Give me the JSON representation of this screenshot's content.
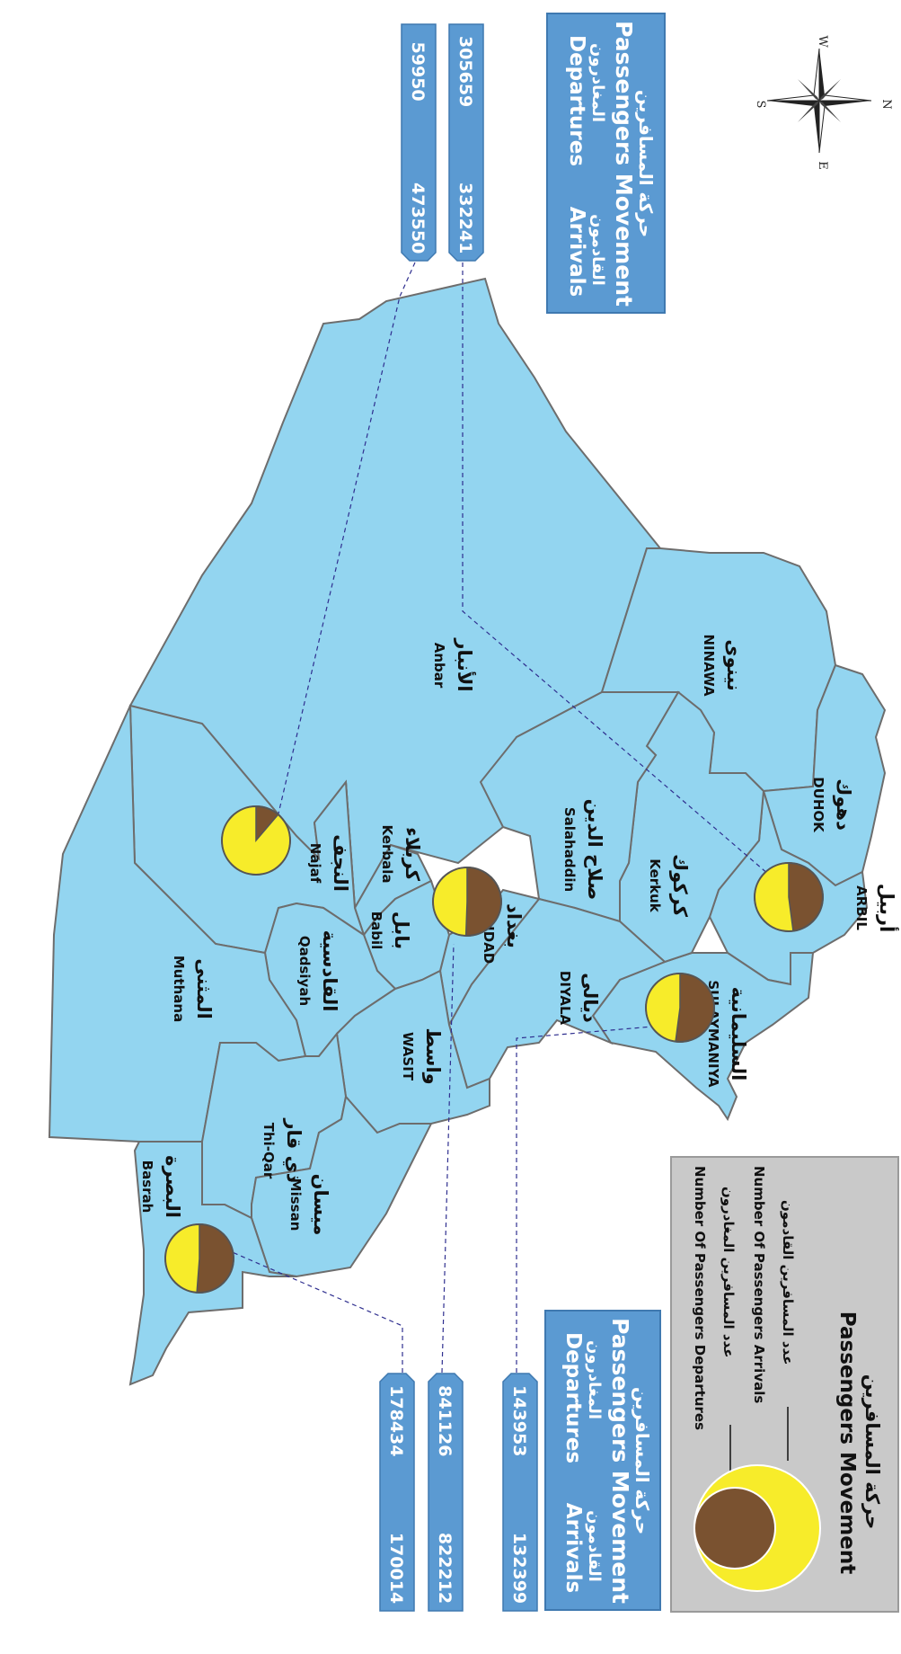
{
  "colors": {
    "province_fill": "#93d5f0",
    "header_box": "#5b9ad2",
    "arrivals": "#f7ec2a",
    "departures": "#7a5230",
    "legend_bg": "#c9c9c9"
  },
  "compass": {
    "n": "N",
    "s": "S",
    "e": "E",
    "w": "W",
    "icon": "compass-rose-icon"
  },
  "header_top": {
    "ar_title": "حركة المسافرين",
    "en_title": "Passengers Movement",
    "ar_departures": "المغادرون",
    "ar_arrivals": "القادمون",
    "en_departures": "Departures",
    "en_arrivals": "Arrivals"
  },
  "header_bottom": {
    "ar_title": "حركة المسافرين",
    "en_title": "Passengers Movement",
    "ar_departures": "المغادرون",
    "ar_arrivals": "القادمون",
    "en_departures": "Departures",
    "en_arrivals": "Arrivals"
  },
  "legend": {
    "ar_title": "حركة المسافرين",
    "en_title": "Passengers Movement",
    "ar_arrivals": "عدد المسافرين القادمون",
    "en_arrivals": "Number Of Passengers Arrivals",
    "ar_departures": "عدد المسافرين المغادرون",
    "en_departures": "Number Of Passengers Departures"
  },
  "provinces": [
    {
      "ar": "نينوى",
      "en": "NINAWA"
    },
    {
      "ar": "دهوك",
      "en": "DUHOK"
    },
    {
      "ar": "أربيل",
      "en": "ARBIL"
    },
    {
      "ar": "السليمانية",
      "en": "SULAYMANIYA"
    },
    {
      "ar": "كركوك",
      "en": "Kerkuk"
    },
    {
      "ar": "صلاح الدين",
      "en": "Salahaddin"
    },
    {
      "ar": "الأنبار",
      "en": "Anbar"
    },
    {
      "ar": "ديالى",
      "en": "DIYALA"
    },
    {
      "ar": "بغداد",
      "en": "BAGHDAD"
    },
    {
      "ar": "كربلاء",
      "en": "Kerbala"
    },
    {
      "ar": "بابل",
      "en": "Babil"
    },
    {
      "ar": "النجف",
      "en": "Najaf"
    },
    {
      "ar": "القادسية",
      "en": "Qadsiyah"
    },
    {
      "ar": "واسط",
      "en": "WASIT"
    },
    {
      "ar": "المثنى",
      "en": "Muthana"
    },
    {
      "ar": "ذي قار",
      "en": "Thi-Qar"
    },
    {
      "ar": "ميسان",
      "en": "Missan"
    },
    {
      "ar": "البصرة",
      "en": "Basrah"
    }
  ],
  "airports": [
    {
      "name": "Arbil",
      "departures": 305659,
      "arrivals": 332241,
      "departures_label": "305659",
      "arrivals_label": "332241"
    },
    {
      "name": "Najaf",
      "departures": 59950,
      "arrivals": 473550,
      "departures_label": "59950",
      "arrivals_label": "473550"
    },
    {
      "name": "Sulaymaniya",
      "departures": 143953,
      "arrivals": 132399,
      "departures_label": "143953",
      "arrivals_label": "132399"
    },
    {
      "name": "Baghdad",
      "departures": 841126,
      "arrivals": 822212,
      "departures_label": "841126",
      "arrivals_label": "822212"
    },
    {
      "name": "Basrah",
      "departures": 178434,
      "arrivals": 170014,
      "departures_label": "178434",
      "arrivals_label": "170014"
    }
  ]
}
